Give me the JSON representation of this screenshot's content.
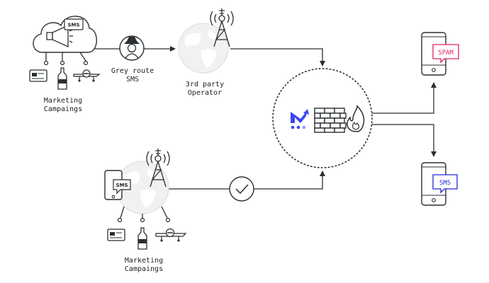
{
  "labels": {
    "marketing_top": [
      "Marketing",
      "Campaings"
    ],
    "grey_route": [
      "Grey route",
      "SMS"
    ],
    "third_party": [
      "3rd party",
      "Operator"
    ],
    "marketing_bottom": [
      "Marketing",
      "Campaings"
    ],
    "sms_badge": "SMS",
    "phone_spam": "SPAM",
    "phone_sms": "SMS"
  },
  "colors": {
    "line": "#2a2f33",
    "spam": "#e0245e",
    "sms": "#1f2bd9",
    "logo_blue": "#3b46f1",
    "logo_light": "#8aa2ff",
    "globe": "#ececec"
  }
}
